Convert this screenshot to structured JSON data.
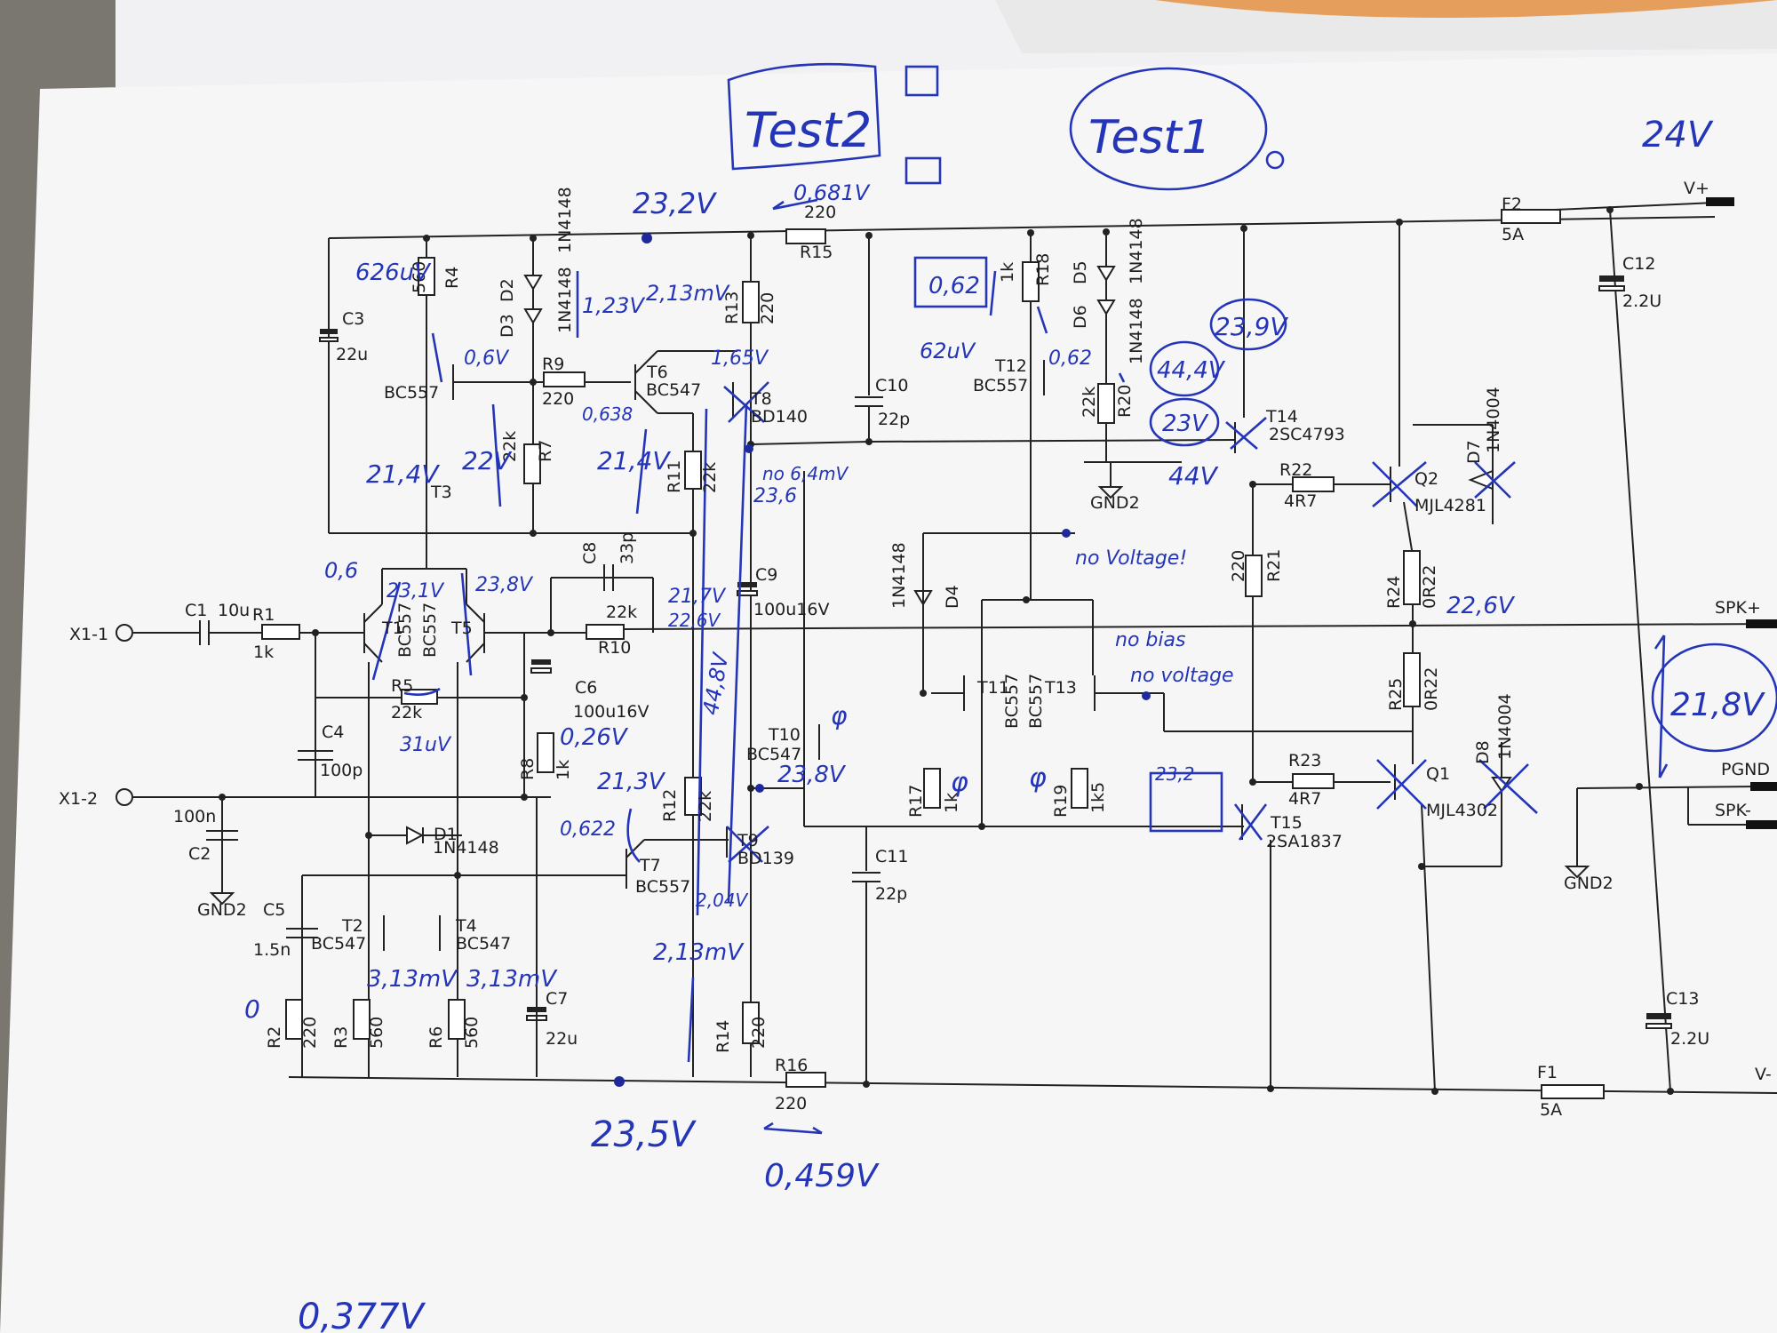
{
  "components": {
    "resistors": [
      {
        "ref": "R1",
        "value": "1k"
      },
      {
        "ref": "R2",
        "value": "220"
      },
      {
        "ref": "R3",
        "value": "560"
      },
      {
        "ref": "R4",
        "value": "560"
      },
      {
        "ref": "R5",
        "value": "22k"
      },
      {
        "ref": "R6",
        "value": "560"
      },
      {
        "ref": "R7",
        "value": "22k"
      },
      {
        "ref": "R8",
        "value": "1k"
      },
      {
        "ref": "R9",
        "value": "220"
      },
      {
        "ref": "R10",
        "value": "22k"
      },
      {
        "ref": "R11",
        "value": "22k"
      },
      {
        "ref": "R12",
        "value": "22k"
      },
      {
        "ref": "R13",
        "value": "220"
      },
      {
        "ref": "R14",
        "value": "220"
      },
      {
        "ref": "R15",
        "value": "220"
      },
      {
        "ref": "R16",
        "value": "220"
      },
      {
        "ref": "R17",
        "value": "1k"
      },
      {
        "ref": "R18",
        "value": "1k"
      },
      {
        "ref": "R19",
        "value": "1k5"
      },
      {
        "ref": "R20",
        "value": "22k"
      },
      {
        "ref": "R21",
        "value": "220"
      },
      {
        "ref": "R22",
        "value": "4R7"
      },
      {
        "ref": "R23",
        "value": "4R7"
      },
      {
        "ref": "R24",
        "value": "0R22"
      },
      {
        "ref": "R25",
        "value": "0R22"
      }
    ],
    "capacitors": [
      {
        "ref": "C1",
        "value": "10u"
      },
      {
        "ref": "C2",
        "value": "100n"
      },
      {
        "ref": "C3",
        "value": "22u"
      },
      {
        "ref": "C4",
        "value": "100p"
      },
      {
        "ref": "C5",
        "value": "1.5n"
      },
      {
        "ref": "C6",
        "value": "100u16V"
      },
      {
        "ref": "C7",
        "value": "22u"
      },
      {
        "ref": "C8",
        "value": "33p"
      },
      {
        "ref": "C9",
        "value": "100u16V"
      },
      {
        "ref": "C10",
        "value": "22p"
      },
      {
        "ref": "C11",
        "value": "22p"
      },
      {
        "ref": "C12",
        "value": "2.2U"
      },
      {
        "ref": "C13",
        "value": "2.2U"
      }
    ],
    "transistors": [
      {
        "ref": "T1",
        "part": "BC557"
      },
      {
        "ref": "T2",
        "part": "BC547"
      },
      {
        "ref": "T3",
        "part": "BC557"
      },
      {
        "ref": "T4",
        "part": "BC547"
      },
      {
        "ref": "T5",
        "part": "BC557"
      },
      {
        "ref": "T6",
        "part": "BC547"
      },
      {
        "ref": "T7",
        "part": "BC557"
      },
      {
        "ref": "T8",
        "part": "BD140"
      },
      {
        "ref": "T9",
        "part": "BD139"
      },
      {
        "ref": "T10",
        "part": "BC547"
      },
      {
        "ref": "T11",
        "part": "BC557"
      },
      {
        "ref": "T12",
        "part": "BC557"
      },
      {
        "ref": "T13",
        "part": "BC557"
      },
      {
        "ref": "T14",
        "part": "2SC4793"
      },
      {
        "ref": "T15",
        "part": "2SA1837"
      },
      {
        "ref": "Q1",
        "part": "MJL4302"
      },
      {
        "ref": "Q2",
        "part": "MJL4281"
      }
    ],
    "diodes": [
      {
        "ref": "D1",
        "part": "1N4148"
      },
      {
        "ref": "D2",
        "part": "1N4148"
      },
      {
        "ref": "D3",
        "part": "1N4148"
      },
      {
        "ref": "D4",
        "part": "1N4148"
      },
      {
        "ref": "D5",
        "part": "1N4148"
      },
      {
        "ref": "D6",
        "part": "1N4148"
      },
      {
        "ref": "D7",
        "part": "1N4004"
      },
      {
        "ref": "D8",
        "part": "1N4004"
      }
    ],
    "fuses": [
      {
        "ref": "F1",
        "value": "5A"
      },
      {
        "ref": "F2",
        "value": "5A"
      }
    ]
  },
  "connectors": {
    "x1_1": "X1-1",
    "x1_2": "X1-2",
    "vplus": "V+",
    "vminus": "V-",
    "spk_plus": "SPK+",
    "spk_minus": "SPK-",
    "pgnd": "PGND",
    "gnd2": "GND2"
  },
  "handwritten": {
    "test2": "Test2",
    "test1": "Test1",
    "supply": "24V",
    "v_232": "23,2V",
    "v_0681": "0,681V",
    "v_626": "626uV",
    "v_123": "1,23V",
    "v_213m": "2,13mV",
    "v_06a": "0,6V",
    "v_165": "1,65V",
    "v_0638": "0,638",
    "v_214a": "21,4V",
    "v_22": "22V",
    "v_214b": "21,4V",
    "v_236": "23,6",
    "v_no": "no 6,4mV",
    "v_062a": "0,62",
    "v_62uv": "62uV",
    "v_062b": "0,62",
    "v_239": "23,9V",
    "v_44a": "44,4V",
    "v_23": "23V",
    "v_44b": "44V",
    "v_no_voltage1": "no Voltage!",
    "v_no_bias": "no bias",
    "v_no_voltage2": "no voltage",
    "v_06b": "0,6",
    "v_231": "23,1V",
    "v_238": "23,8V",
    "v_217": "21,7V",
    "v_226a": "22,6V",
    "v_226b": "22,6V",
    "v_218": "21,8V",
    "v_31": "31uV",
    "v_026": "0,26V",
    "v_448": "44,8V",
    "v_213b": "21,3V",
    "v_0622": "0,622",
    "v_2328": "23,8V",
    "v_phi1": "φ",
    "v_phi2": "φ",
    "v_phi3": "φ",
    "v_232b": "23,2",
    "v_204": "2,04V",
    "v_213c": "2,13mV",
    "v_313a": "3,13mV",
    "v_313b": "3,13mV",
    "v_d0": "0",
    "v_235": "23,5V",
    "v_0459": "0,459V",
    "v_0377": "0,377V"
  }
}
